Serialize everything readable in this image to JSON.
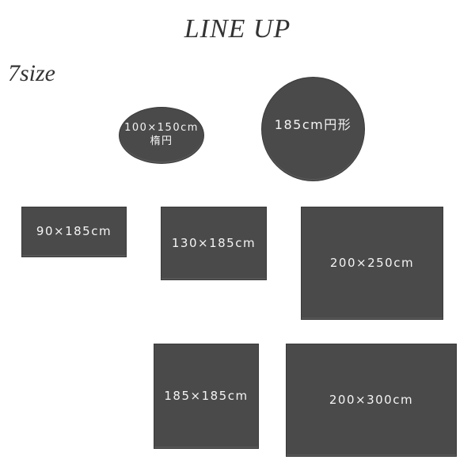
{
  "title": "LINE UP",
  "size_count": "7size",
  "sizes": [
    {
      "label": "100×150cm",
      "sub": "楕円",
      "shape": "oval"
    },
    {
      "label": "185cm円形",
      "shape": "circle"
    },
    {
      "label": "90×185cm",
      "shape": "rectangle"
    },
    {
      "label": "130×185cm",
      "shape": "rectangle"
    },
    {
      "label": "200×250cm",
      "shape": "rectangle"
    },
    {
      "label": "185×185cm",
      "shape": "square"
    },
    {
      "label": "200×300cm",
      "shape": "rectangle"
    }
  ],
  "colors": {
    "shape_fill": "#4a4a4a",
    "text": "#f4f4f4",
    "heading": "#333333"
  }
}
